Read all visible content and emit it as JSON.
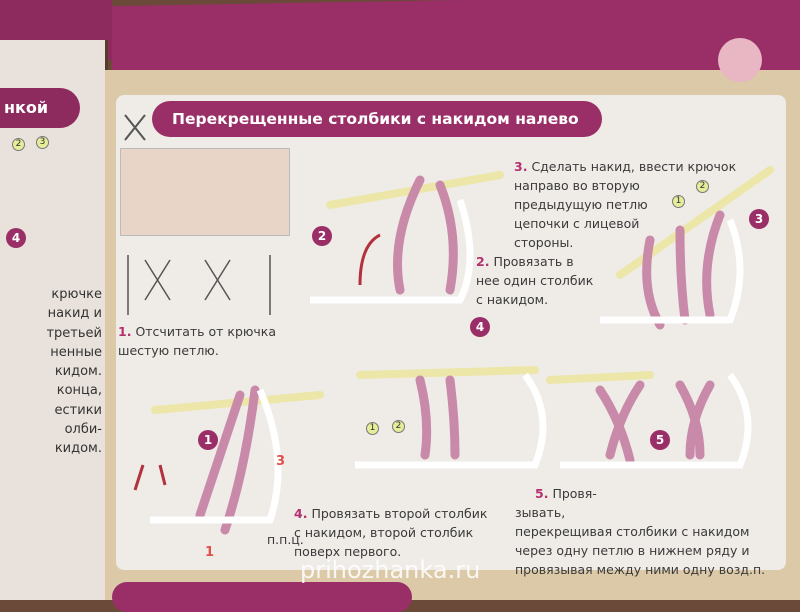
{
  "left_page": {
    "header": "нкой",
    "lines": [
      "крючке",
      "накид и",
      "третьей",
      "ненные",
      "кидом.",
      "конца,",
      "естики",
      "олби-",
      "кидом."
    ],
    "badge": "4",
    "small_nums": [
      "2",
      "3"
    ]
  },
  "main": {
    "title": "Перекрещенные столбики с накидом налево",
    "step1": {
      "num": "1.",
      "text": [
        "Отсчитать от крючка",
        "шестую петлю."
      ]
    },
    "step2": {
      "num": "2.",
      "text": [
        "Провязать в",
        "нее один столбик",
        "с накидом."
      ]
    },
    "step3": {
      "num": "3.",
      "text": [
        "Сделать накид, ввести крючок",
        "направо во вторую",
        "предыдущую петлю",
        "цепочки   с лицевой",
        "стороны."
      ]
    },
    "step4": {
      "num": "4.",
      "text": [
        "Провязать второй столбик",
        "с накидом, второй столбик",
        "поверх первого."
      ]
    },
    "step5": {
      "num": "5.",
      "text": [
        "Провя-",
        "зывать,",
        "перекрещивая столбики с накидом",
        "через одну петлю в нижнем ряду и",
        "провязывая между ними одну возд.п."
      ]
    },
    "badges": [
      "1",
      "2",
      "3",
      "4",
      "5"
    ],
    "small_labels": [
      "1",
      "2"
    ],
    "ppc_label": "п.п.ц.",
    "diagram_labels": {
      "three": "3",
      "one": "1"
    }
  },
  "watermark": "prihozhanka.ru",
  "colors": {
    "magenta": "#9a2f68",
    "yarn": "#c98aaa",
    "hook": "#ece7a8"
  }
}
